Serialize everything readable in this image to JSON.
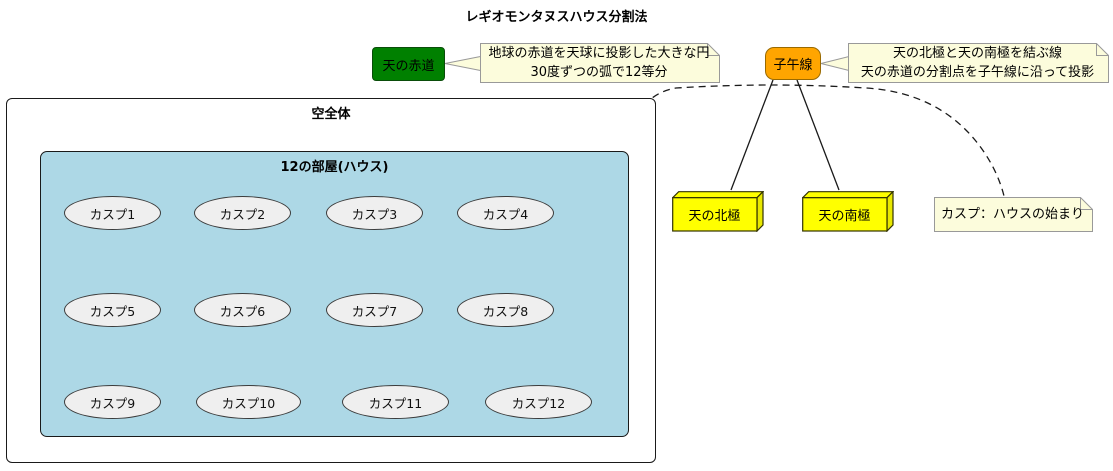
{
  "title": "レギオモンタヌスハウス分割法",
  "boxes": {
    "equator": {
      "label": "天の赤道"
    },
    "meridian": {
      "label": "子午線"
    },
    "sky": {
      "label": "空全体"
    },
    "houses": {
      "label": "12の部屋(ハウス)"
    },
    "north_pole": {
      "label": "天の北極"
    },
    "south_pole": {
      "label": "天の南極"
    }
  },
  "notes": {
    "equator_note": {
      "line1": "地球の赤道を天球に投影した大きな円",
      "line2": "30度ずつの弧で12等分"
    },
    "meridian_note": {
      "line1": "天の北極と天の南極を結ぶ線",
      "line2": "天の赤道の分割点を子午線に沿って投影"
    },
    "cusp_note": {
      "text": "カスプ：ハウスの始まり"
    }
  },
  "cusps": [
    "カスプ1",
    "カスプ2",
    "カスプ3",
    "カスプ4",
    "カスプ5",
    "カスプ6",
    "カスプ7",
    "カスプ8",
    "カスプ9",
    "カスプ10",
    "カスプ11",
    "カスプ12"
  ],
  "colors": {
    "equator_fill": "#008000",
    "meridian_fill": "#FFA500",
    "pole_fill": "#FFFF00",
    "houses_fill": "#ADD8E6",
    "note_fill": "#FCFCDC",
    "note_border": "#999999",
    "ellipse_fill": "#EFEFEF",
    "line": "#1a1a1a"
  }
}
